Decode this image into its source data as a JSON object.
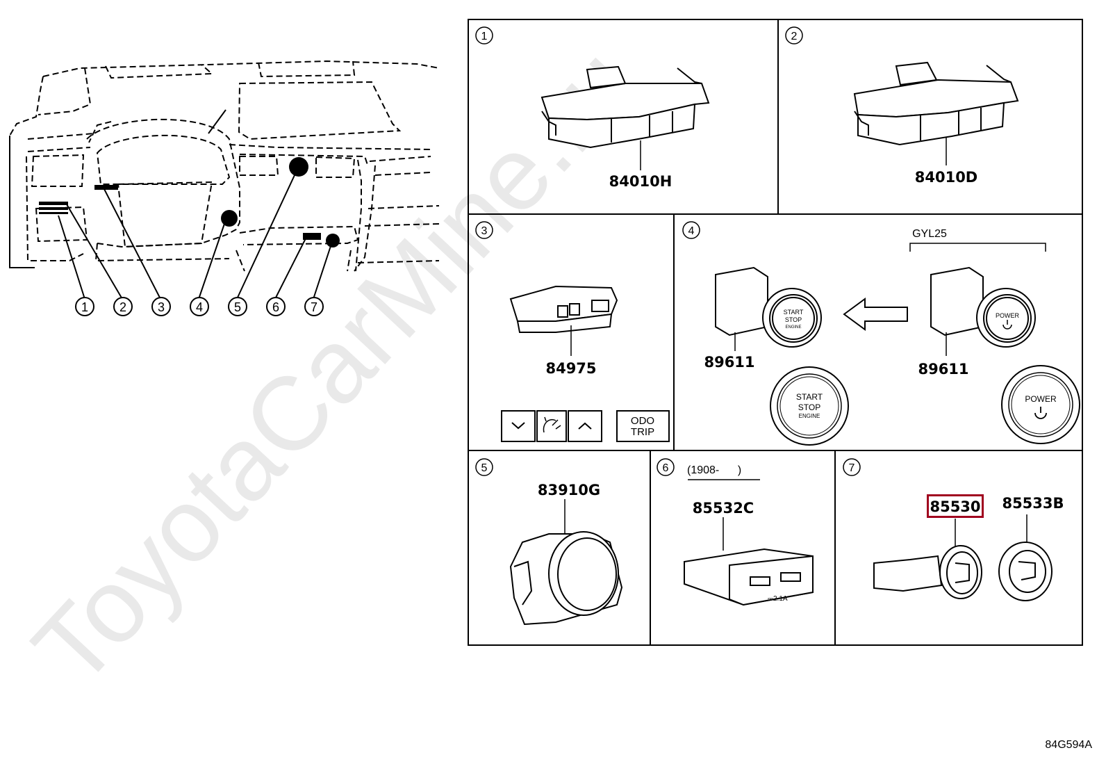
{
  "watermark": "ToyotaCarMine.ru",
  "diagram_code": "84G594A",
  "callouts": [
    "1",
    "2",
    "3",
    "4",
    "5",
    "6",
    "7"
  ],
  "panels": [
    {
      "index": "1",
      "parts": [
        "84010H"
      ]
    },
    {
      "index": "2",
      "parts": [
        "84010D"
      ]
    },
    {
      "index": "3",
      "parts": [
        "84975"
      ],
      "button_text": [
        "ODO",
        "TRIP"
      ]
    },
    {
      "index": "4",
      "parts": [
        "89611",
        "89611"
      ],
      "variant": "GYL25",
      "start_button": [
        "START",
        "STOP",
        "ENGINE"
      ],
      "power_button": "POWER"
    },
    {
      "index": "5",
      "parts": [
        "83910G"
      ]
    },
    {
      "index": "6",
      "parts": [
        "85532C"
      ],
      "date_range": "(1908-      )",
      "usb_label": "⎓2.1A"
    },
    {
      "index": "7",
      "parts": [
        "85530",
        "85533B"
      ],
      "highlighted_part": "85530"
    }
  ],
  "colors": {
    "line": "#000000",
    "highlight": "#a0001e",
    "watermark": "#e6e6e6"
  }
}
